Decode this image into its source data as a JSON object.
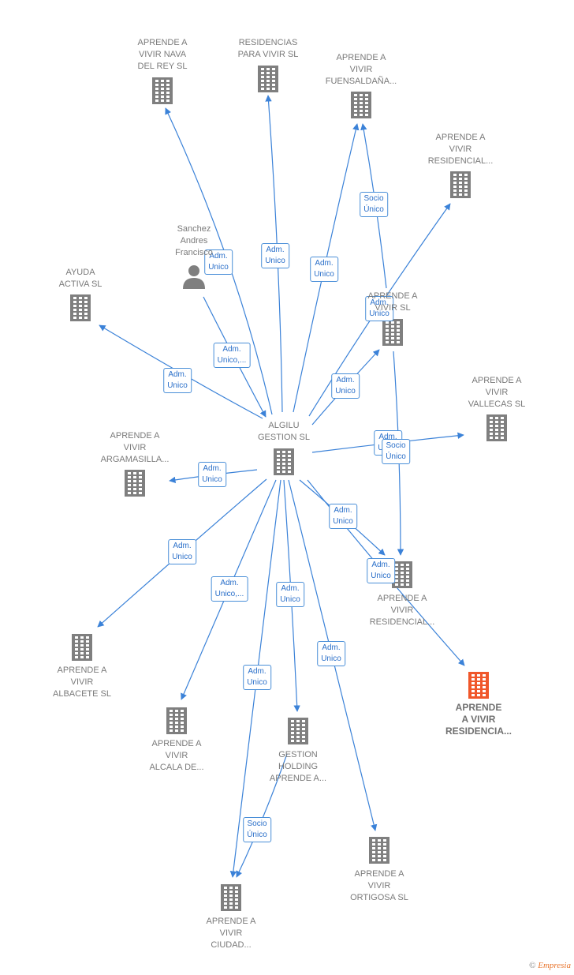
{
  "colors": {
    "edge": "#3b82d8",
    "node_gray": "#7f7f7f",
    "node_highlight": "#f0572a"
  },
  "nodes": [
    {
      "id": "aprende-nava",
      "lines": [
        "APRENDE A",
        "VIVIR NAVA",
        "DEL REY  SL"
      ],
      "icon": "building-icon"
    },
    {
      "id": "residencias",
      "lines": [
        "RESIDENCIAS",
        "PARA VIVIR  SL"
      ],
      "icon": "building-icon"
    },
    {
      "id": "fuensaldana",
      "lines": [
        "APRENDE A",
        "VIVIR",
        "FUENSALDAÑA..."
      ],
      "icon": "building-icon"
    },
    {
      "id": "residencial-top",
      "lines": [
        "APRENDE A",
        "VIVIR",
        "RESIDENCIAL..."
      ],
      "icon": "building-icon"
    },
    {
      "id": "sanchez",
      "lines": [
        "Sanchez",
        "Andres",
        "Francisco"
      ],
      "icon": "person-icon"
    },
    {
      "id": "ayuda",
      "lines": [
        "AYUDA",
        "ACTIVA  SL"
      ],
      "icon": "building-icon"
    },
    {
      "id": "aprende-sl",
      "lines": [
        "APRENDE A",
        "VIVIR  SL"
      ],
      "icon": "building-icon"
    },
    {
      "id": "vallecas",
      "lines": [
        "APRENDE A",
        "VIVIR",
        "VALLECAS  SL"
      ],
      "icon": "building-icon"
    },
    {
      "id": "algilu",
      "lines": [
        "ALGILU",
        "GESTION  SL"
      ],
      "icon": "building-icon"
    },
    {
      "id": "argamasilla",
      "lines": [
        "APRENDE A",
        "VIVIR",
        "ARGAMASILLA..."
      ],
      "icon": "building-icon"
    },
    {
      "id": "residencial-mid",
      "lines": [
        "APRENDE A",
        "VIVIR",
        "RESIDENCIAL..."
      ],
      "icon": "building-icon"
    },
    {
      "id": "residencia-main",
      "lines": [
        "APRENDE",
        "A VIVIR",
        "RESIDENCIA..."
      ],
      "icon": "building-icon",
      "highlight": true
    },
    {
      "id": "albacete",
      "lines": [
        "APRENDE A",
        "VIVIR",
        "ALBACETE  SL"
      ],
      "icon": "building-icon"
    },
    {
      "id": "alcala",
      "lines": [
        "APRENDE A",
        "VIVIR",
        "ALCALA DE..."
      ],
      "icon": "building-icon"
    },
    {
      "id": "gestion-holding",
      "lines": [
        "GESTION",
        "HOLDING",
        "APRENDE A..."
      ],
      "icon": "building-icon"
    },
    {
      "id": "ortigosa",
      "lines": [
        "APRENDE A",
        "VIVIR",
        "ORTIGOSA  SL"
      ],
      "icon": "building-icon"
    },
    {
      "id": "ciudad",
      "lines": [
        "APRENDE A",
        "VIVIR",
        "CIUDAD..."
      ],
      "icon": "building-icon"
    }
  ],
  "edges": [
    {
      "from": "algilu",
      "to": "aprende-nava",
      "label": [
        "Adm.",
        "Unico"
      ]
    },
    {
      "from": "sanchez",
      "to": "algilu",
      "label": [
        "Adm.",
        "Unico,..."
      ]
    },
    {
      "from": "algilu",
      "to": "residencias",
      "label": [
        "Adm.",
        "Unico"
      ]
    },
    {
      "from": "algilu",
      "to": "fuensaldana",
      "label": [
        "Adm.",
        "Unico"
      ]
    },
    {
      "from": "aprende-sl",
      "to": "fuensaldana",
      "label": [
        "Socio",
        "Único"
      ]
    },
    {
      "from": "algilu",
      "to": "residencial-top",
      "label": [
        "Adm.",
        "Unico"
      ]
    },
    {
      "from": "algilu",
      "to": "ayuda",
      "label": [
        "Adm.",
        "Unico"
      ]
    },
    {
      "from": "algilu",
      "to": "aprende-sl",
      "label": [
        "Adm.",
        "Unico"
      ]
    },
    {
      "from": "algilu",
      "to": "vallecas",
      "label": [
        "Adm.",
        "Unico"
      ]
    },
    {
      "from": "aprende-sl",
      "to": "residencial-mid",
      "label": [
        "Socio",
        "Único"
      ]
    },
    {
      "from": "algilu",
      "to": "argamasilla",
      "label": [
        "Adm.",
        "Unico"
      ]
    },
    {
      "from": "algilu",
      "to": "residencial-mid",
      "label": [
        "Adm.",
        "Unico"
      ]
    },
    {
      "from": "algilu",
      "to": "residencia-main",
      "label": [
        "Adm.",
        "Unico"
      ]
    },
    {
      "from": "algilu",
      "to": "albacete",
      "label": [
        "Adm.",
        "Unico"
      ]
    },
    {
      "from": "algilu",
      "to": "alcala",
      "label": [
        "Adm.",
        "Unico,..."
      ]
    },
    {
      "from": "algilu",
      "to": "gestion-holding",
      "label": [
        "Adm.",
        "Unico"
      ]
    },
    {
      "from": "algilu",
      "to": "ortigosa",
      "label": [
        "Adm.",
        "Unico"
      ]
    },
    {
      "from": "algilu",
      "to": "ciudad",
      "label": [
        "Adm.",
        "Unico"
      ]
    },
    {
      "from": "gestion-holding",
      "to": "ciudad",
      "label": [
        "Socio",
        "Único"
      ]
    }
  ],
  "extra_labels": [
    {
      "id": "sanchez-adm",
      "label": [
        "Adm.",
        "Unico"
      ]
    }
  ],
  "footer": {
    "copyright": "©",
    "brand": "Empresia"
  }
}
